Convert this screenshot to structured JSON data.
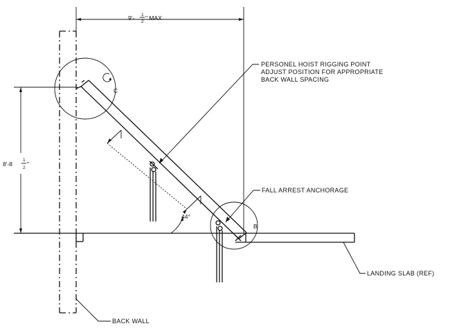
{
  "dimensions": {
    "top_width": {
      "whole": "9'-",
      "num": "1",
      "den": "2",
      "suffix": "\" MAX"
    },
    "left_height": {
      "whole": "8'-8",
      "num": "1",
      "den": "2",
      "suffix": "\""
    },
    "angle": "44°"
  },
  "callouts": {
    "rigging_point": {
      "line1": "PERSONEL HOIST RIGGING POINT",
      "line2": "ADJUST POSITION FOR APPROPRIATE",
      "line3": "BACK WALL SPACING"
    },
    "fall_arrest": "FALL ARREST ANCHORAGE",
    "landing_slab": "LANDING SLAB (REF)",
    "back_wall": "BACK WALL"
  },
  "detail_markers": {
    "upper": "C",
    "lower": "B"
  }
}
